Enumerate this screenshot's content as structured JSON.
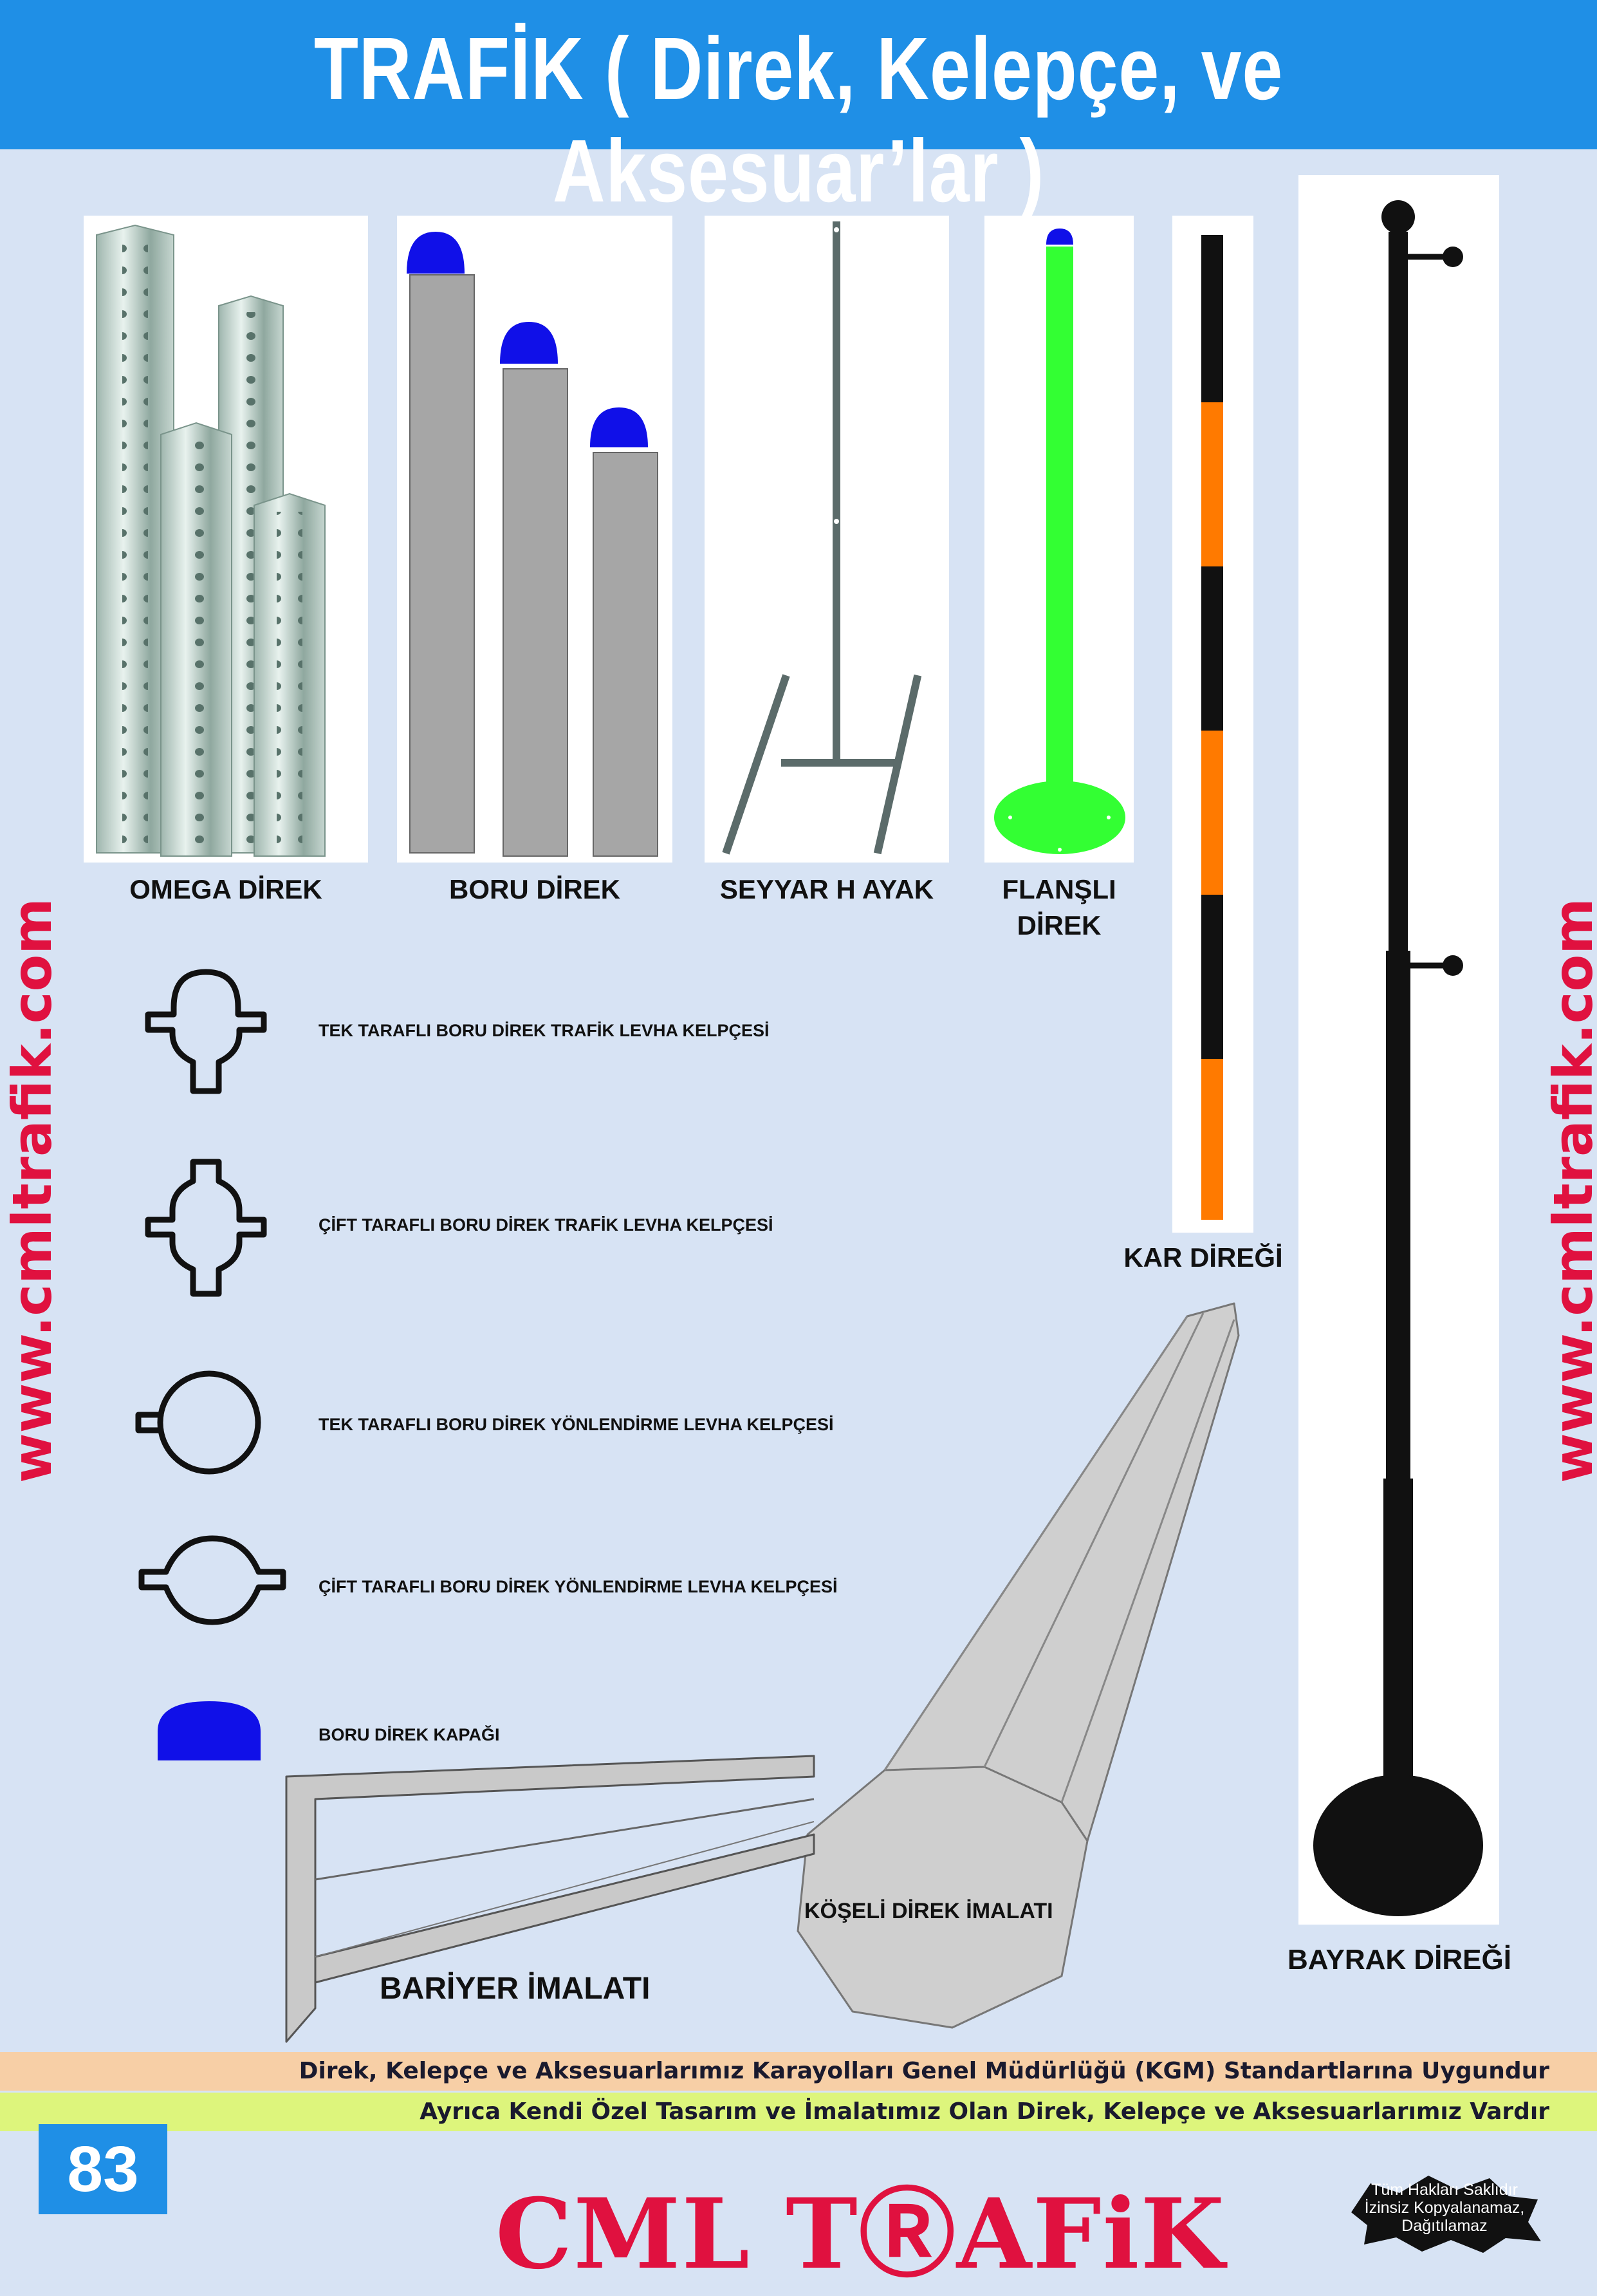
{
  "header": {
    "title": "TRAFİK  ( Direk, Kelepçe, ve Aksesuar’lar )"
  },
  "side": {
    "left_url": "www.cmltrafik.com",
    "right_url": "www.cmltrafik.com"
  },
  "products": {
    "omega": "OMEGA DİREK",
    "boru": "BORU DİREK",
    "seyyar": "SEYYAR H AYAK",
    "flansli_line1": "FLANŞLI",
    "flansli_line2": "DİREK",
    "kar": "KAR DİREĞİ",
    "bayrak": "BAYRAK DİREĞİ",
    "koseli": "KÖŞELİ DİREK İMALATI",
    "bariyer": "BARİYER İMALATI"
  },
  "clamps": [
    {
      "label": "TEK TARAFLI BORU DİREK TRAFİK LEVHA KELPÇESİ"
    },
    {
      "label": "ÇİFT TARAFLI BORU DİREK TRAFİK LEVHA KELPÇESİ"
    },
    {
      "label": "TEK TARAFLI BORU DİREK YÖNLENDİRME LEVHA KELPÇESİ"
    },
    {
      "label": "ÇİFT TARAFLI BORU DİREK YÖNLENDİRME LEVHA KELPÇESİ"
    },
    {
      "label": "BORU DİREK KAPAĞI"
    }
  ],
  "footer": {
    "band1": "Direk, Kelepçe ve Aksesuarlarımız Karayolları Genel Müdürlüğü (KGM) Standartlarına Uygundur",
    "band2": "Ayrıca Kendi Özel Tasarım ve İmalatımız Olan Direk, Kelepçe ve Aksesuarlarımız Vardır",
    "page_number": "83",
    "brand": "CML TⓇAFiK",
    "rights_line1": "Tüm Hakları Saklıdır",
    "rights_line2": "İzinsiz Kopyalanamaz,",
    "rights_line3": "Dağıtılamaz"
  },
  "colors": {
    "header_blue": "#1f8fe6",
    "background": "#d7e3f4",
    "brand_red": "#e0113f",
    "cap_blue": "#1010e8",
    "flansli_green": "#33ff33",
    "kar_orange": "#ff7a00",
    "band1_bg": "#f7cfa6",
    "band2_bg": "#ddf57c"
  }
}
